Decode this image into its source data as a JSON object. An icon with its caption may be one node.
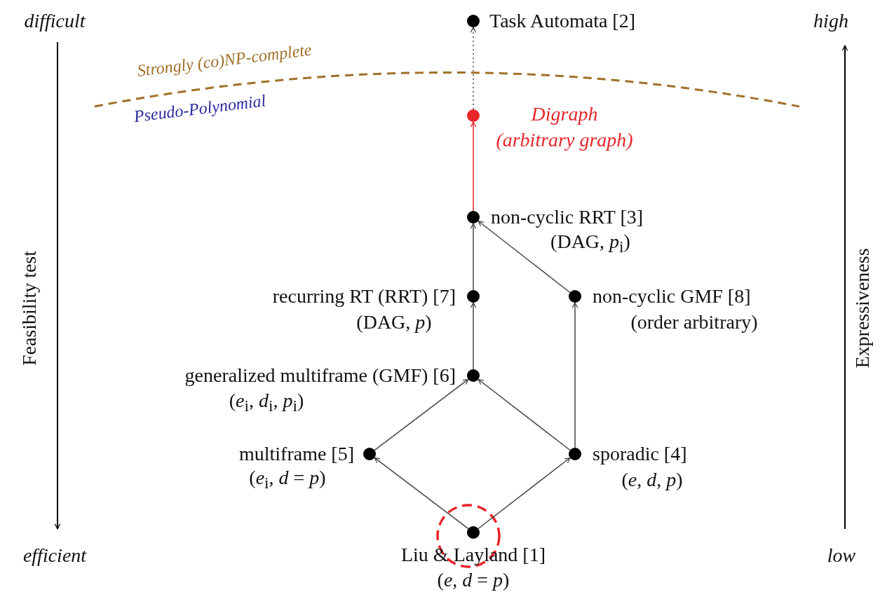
{
  "diagram": {
    "nodes": [
      {
        "text": [
          "Task Automata [2]"
        ]
      },
      {
        "text": [
          "Digraph",
          "(arbitrary graph)"
        ]
      },
      {
        "text": [
          "non-cyclic RRT [3]",
          "(DAG, *p*$_{i}$)"
        ]
      },
      {
        "text": [
          "recurring RT (RRT) [7]",
          "(DAG, *p*)"
        ]
      },
      {
        "text": [
          "non-cyclic GMF [8]",
          "(order arbitrary)"
        ]
      },
      {
        "text": [
          "generalized multiframe (GMF) [6]",
          "(*e*$_{i}$, *d*$_{i}$, *p*$_{i}$)"
        ]
      },
      {
        "text": [
          "multiframe [5]",
          "(*e*$_{i}$, *d* = *p*)"
        ]
      },
      {
        "text": [
          "sporadic [4]",
          "(*e*, *d*, *p*)"
        ]
      },
      {
        "text": [
          "Liu & Layland [1]",
          "(*e*, *d* = *p*)"
        ]
      }
    ],
    "edges": [
      {
        "from": 8,
        "to": 6,
        "arrow": "to"
      },
      {
        "from": 8,
        "to": 7,
        "arrow": "to"
      },
      {
        "from": 6,
        "to": 5,
        "arrow": "to"
      },
      {
        "from": 7,
        "to": 5,
        "arrow": "to"
      },
      {
        "from": 7,
        "to": 4,
        "arrow": "to"
      },
      {
        "from": 5,
        "to": 3,
        "arrow": "to"
      },
      {
        "from": 3,
        "to": 2,
        "arrow": "to"
      },
      {
        "from": 4,
        "to": 2,
        "arrow": "to"
      },
      {
        "from": 2,
        "to": 1,
        "arrow": "to",
        "color": "#e8262b"
      },
      {
        "from": 1,
        "to": 0,
        "arrow": "to",
        "style": "dashed"
      }
    ],
    "labels": [
      "difficult",
      "high",
      "Strongly (co)NP-complete",
      "Pseudo-Polynomial",
      "Feasibility test",
      "Expressiveness",
      "efficient",
      "low"
    ]
  }
}
